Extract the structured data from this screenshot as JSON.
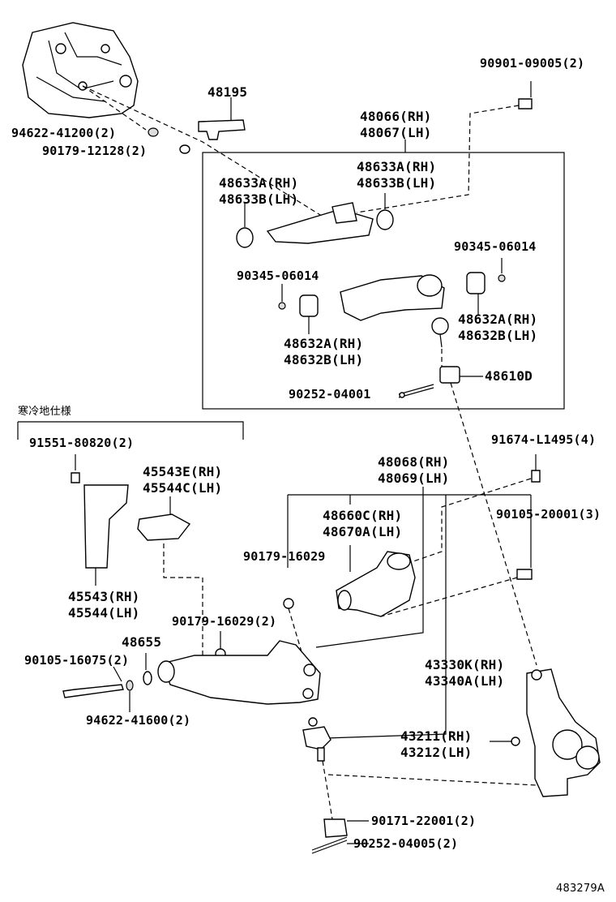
{
  "labels": {
    "p_90901": "90901-09005(2)",
    "p_48195": "48195",
    "p_48066": "48066(RH)",
    "p_48067": "48067(LH)",
    "p_94622_41200": "94622-41200(2)",
    "p_90179_12128": "90179-12128(2)",
    "p_48633a_left": "48633A(RH)",
    "p_48633b_left": "48633B(LH)",
    "p_48633a_right": "48633A(RH)",
    "p_48633b_right": "48633B(LH)",
    "p_90345_right": "90345-06014",
    "p_90345_left": "90345-06014",
    "p_48632a_left": "48632A(RH)",
    "p_48632b_left": "48632B(LH)",
    "p_48632a_right": "48632A(RH)",
    "p_48632b_right": "48632B(LH)",
    "p_48610d": "48610D",
    "p_90252_04001": "90252-04001",
    "cold_spec": "寒冷地仕様",
    "p_91551": "91551-80820(2)",
    "p_91674": "91674-L1495(4)",
    "p_48068": "48068(RH)",
    "p_48069": "48069(LH)",
    "p_45543e": "45543E(RH)",
    "p_45544c": "45544C(LH)",
    "p_48660c": "48660C(RH)",
    "p_48670a": "48670A(LH)",
    "p_90105_20001": "90105-20001(3)",
    "p_90179_16029": "90179-16029",
    "p_45543": "45543(RH)",
    "p_45544": "45544(LH)",
    "p_90179_16029_2": "90179-16029(2)",
    "p_48655": "48655",
    "p_90105_16075": "90105-16075(2)",
    "p_94622_41600": "94622-41600(2)",
    "p_43330k": "43330K(RH)",
    "p_43340a": "43340A(LH)",
    "p_43211": "43211(RH)",
    "p_43212": "43212(LH)",
    "p_90171": "90171-22001(2)",
    "p_90252_04005": "90252-04005(2)",
    "diagram_id": "483279A"
  }
}
